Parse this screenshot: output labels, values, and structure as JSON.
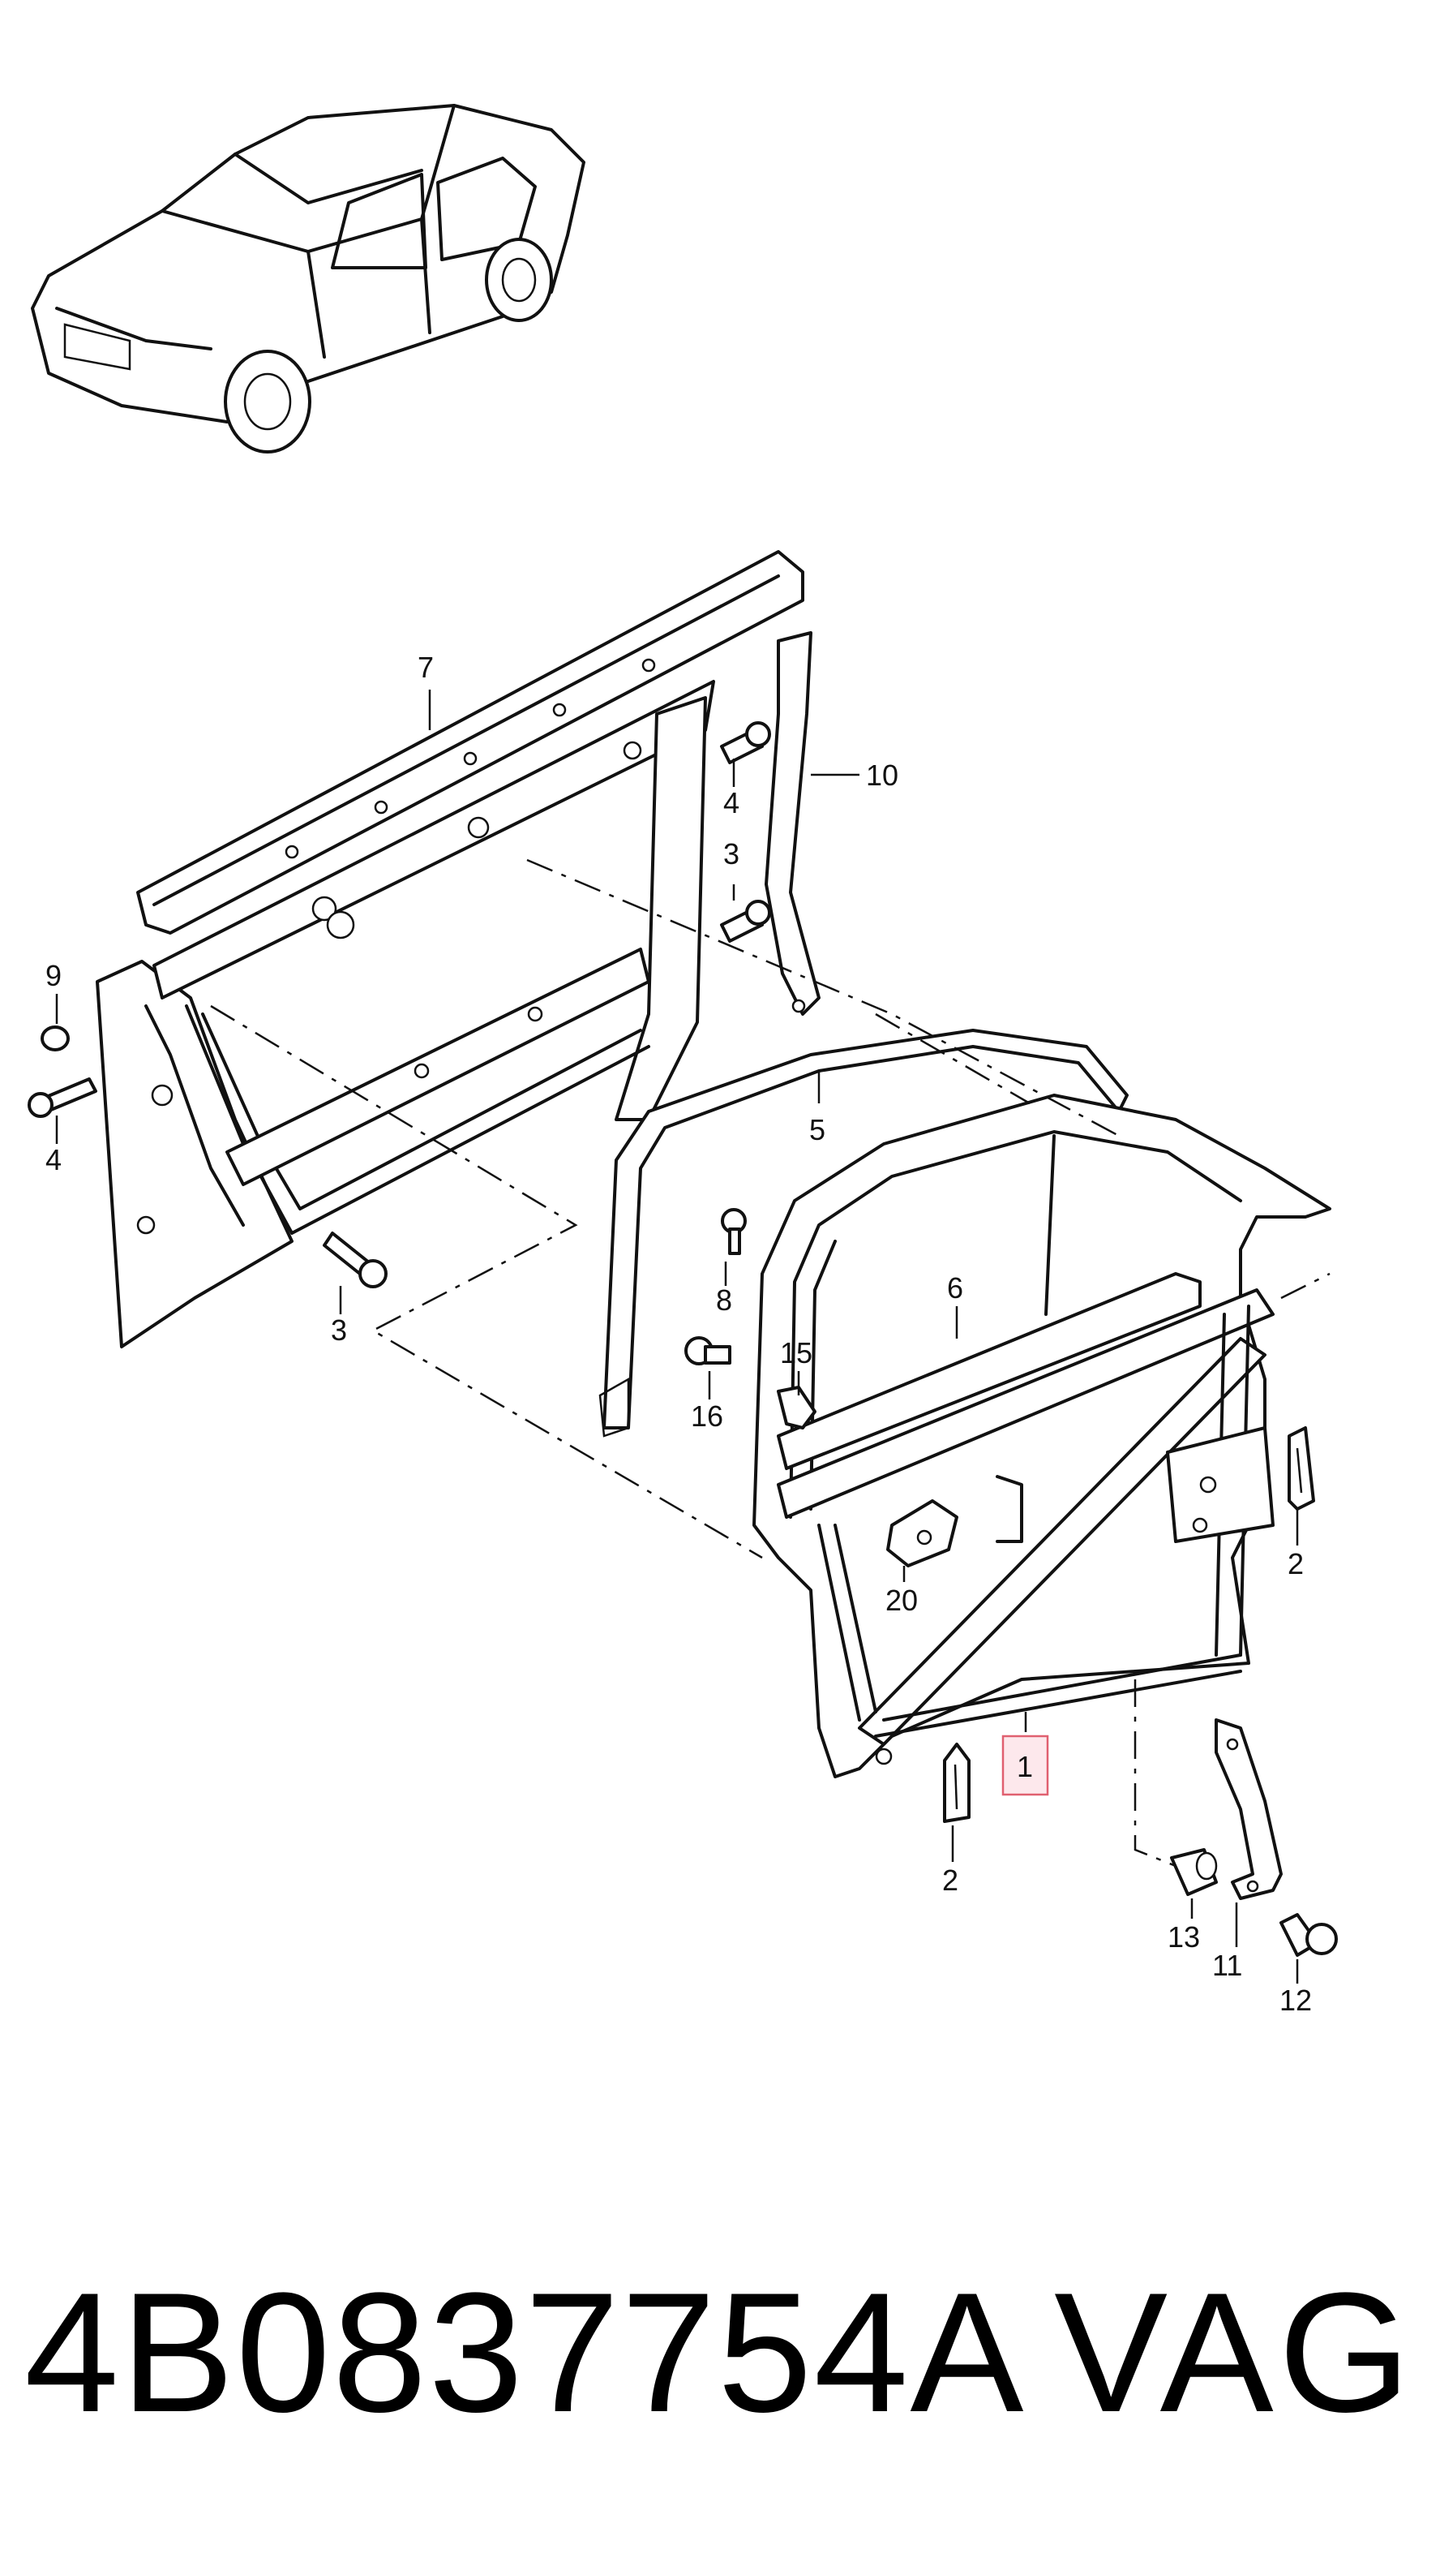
{
  "callouts": {
    "c1": "1",
    "c2a": "2",
    "c2b": "2",
    "c3a": "3",
    "c3b": "3",
    "c4a": "4",
    "c4b": "4",
    "c5": "5",
    "c6": "6",
    "c7": "7",
    "c8": "8",
    "c9": "9",
    "c10": "10",
    "c11": "11",
    "c12": "12",
    "c13": "13",
    "c15": "15",
    "c16": "16",
    "c20": "20"
  },
  "highlight_color": "#e06070",
  "footer": {
    "part_number": "4B0837754A",
    "brand": "VAG"
  }
}
